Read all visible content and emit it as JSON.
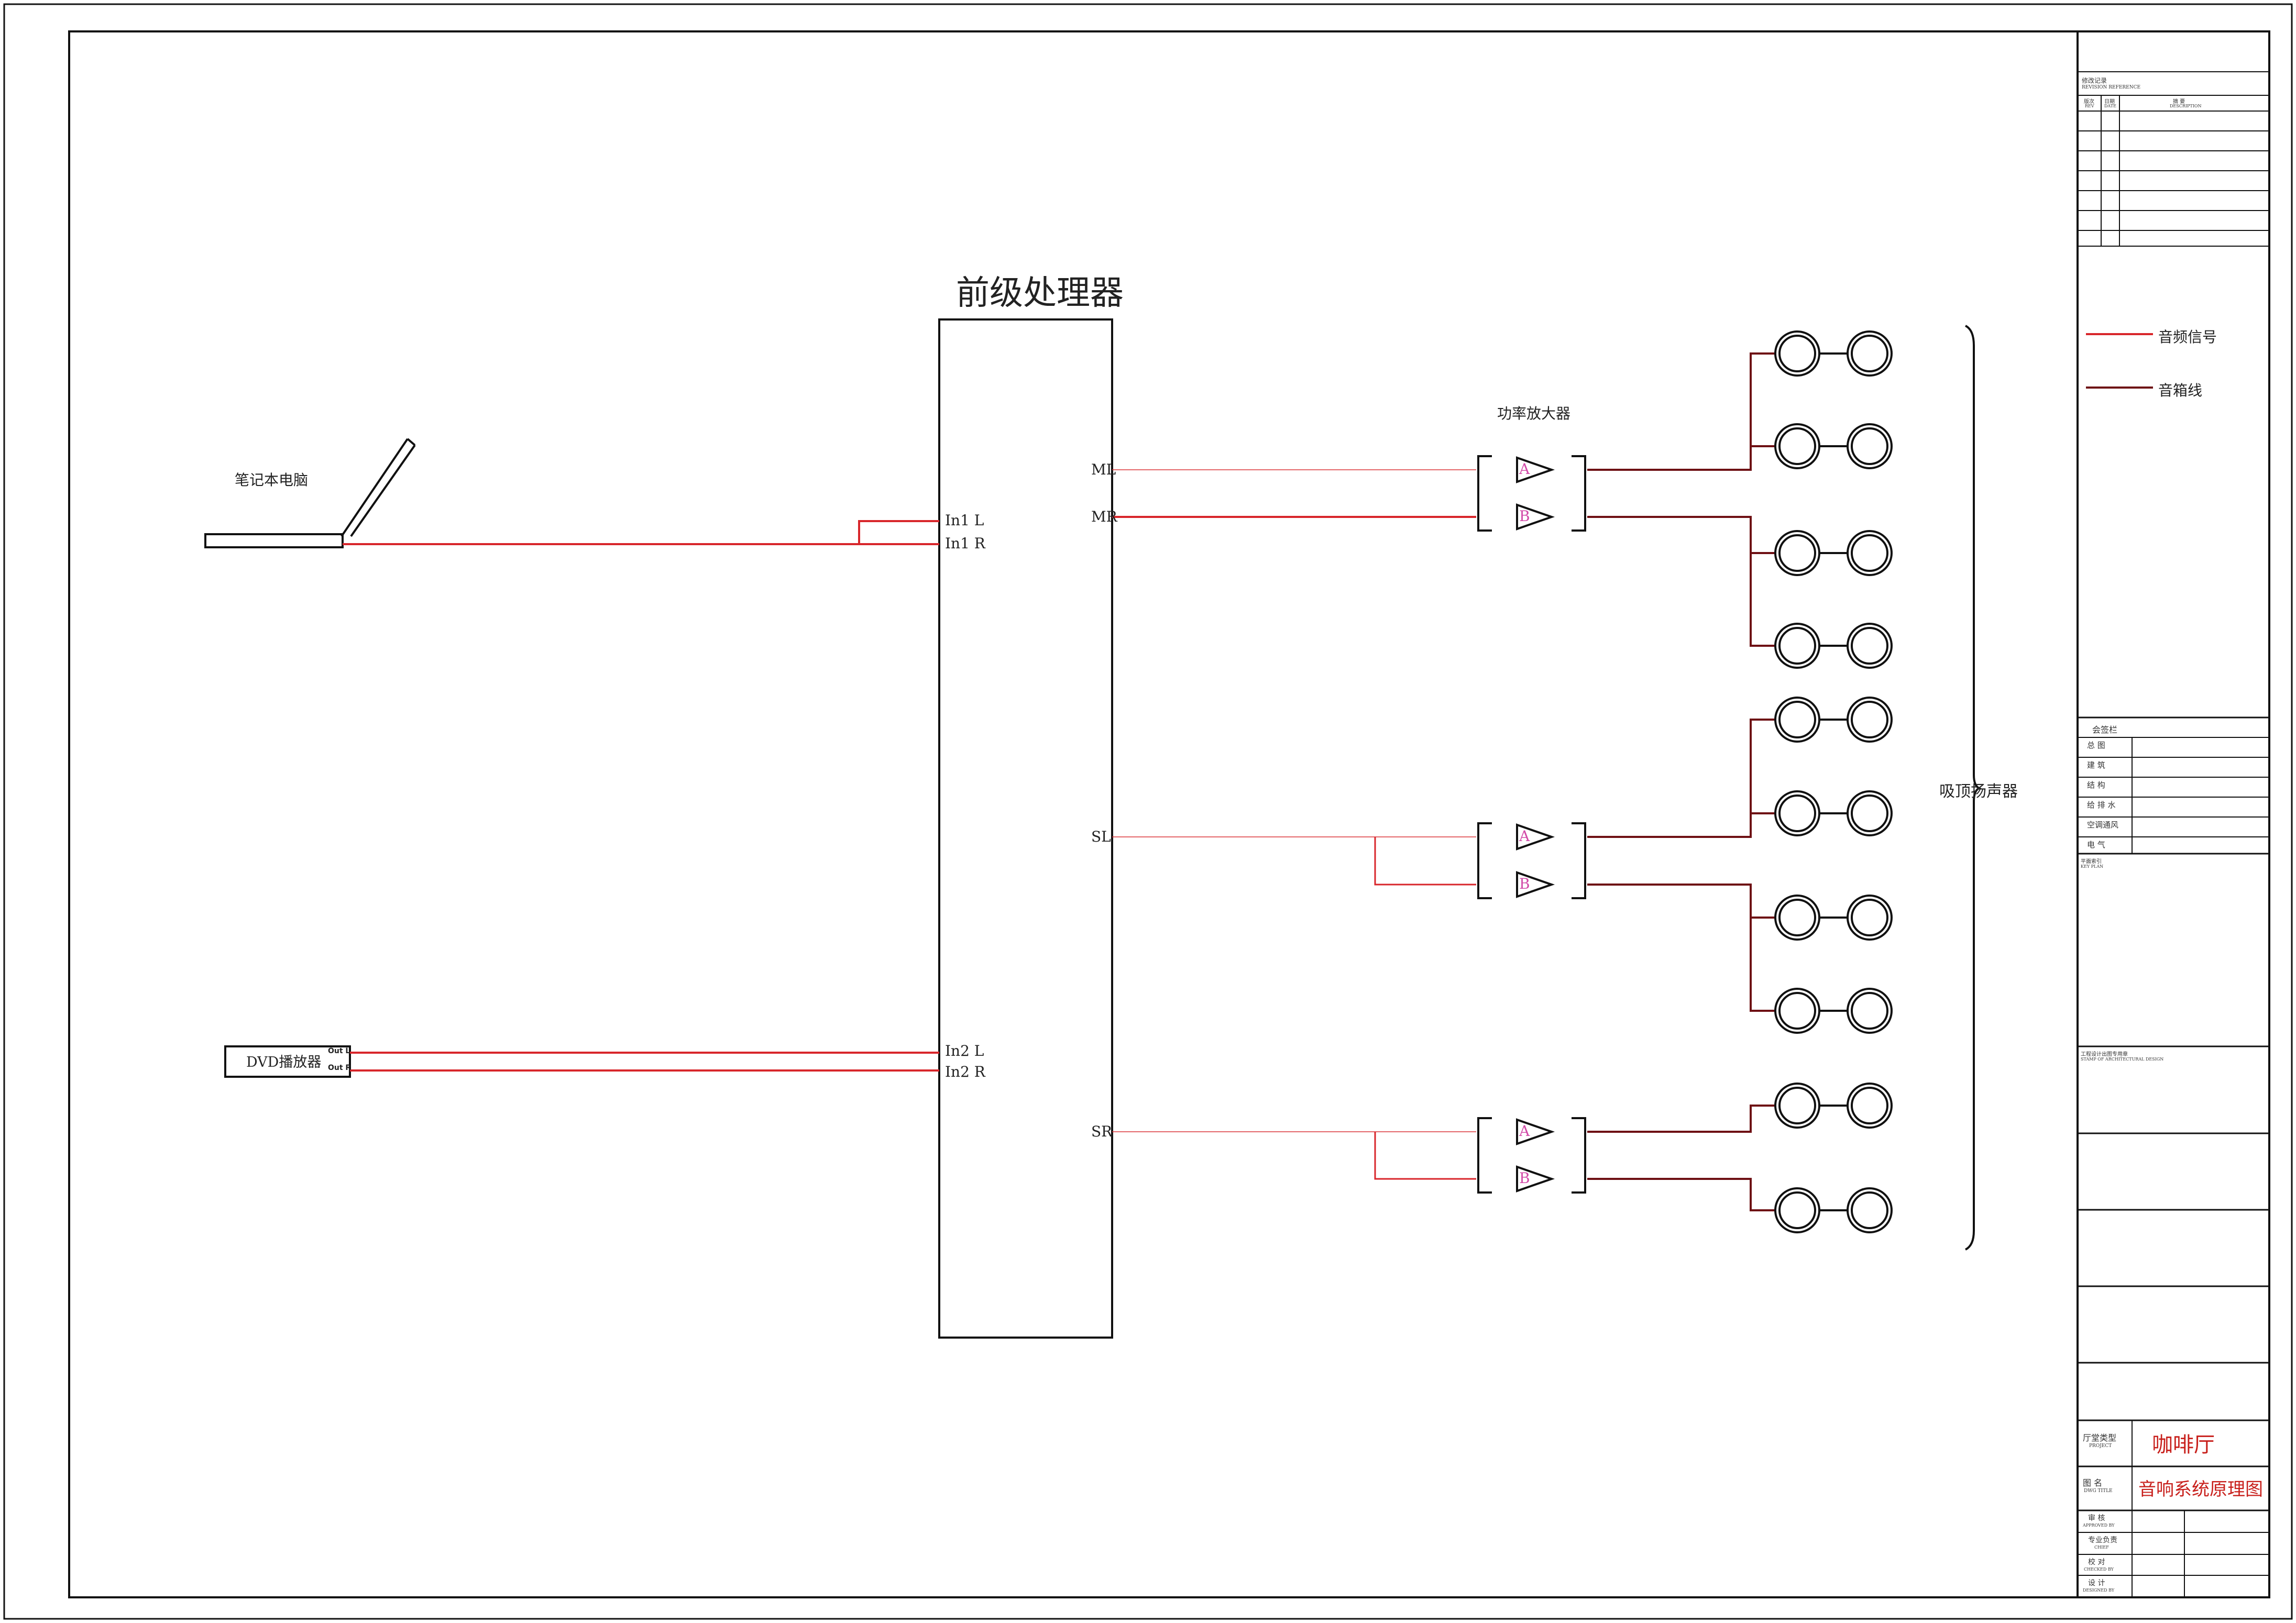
{
  "labels": {
    "processor_title": "前级处理器",
    "laptop": "笔记本电脑",
    "dvd": "DVD播放器",
    "dvd_out_l": "Out L",
    "dvd_out_r": "Out R",
    "in1_l": "In1 L",
    "in1_r": "In1 R",
    "in2_l": "In2 L",
    "in2_r": "In2 R",
    "ml": "ML",
    "mr": "MR",
    "sl": "SL",
    "sr": "SR",
    "power_amp": "功率放大器",
    "ceiling_speakers": "吸顶扬声器",
    "amp_a": "A",
    "amp_b": "B"
  },
  "legend": {
    "audio_signal": "音频信号",
    "speaker_cable": "音箱线"
  },
  "title_block": {
    "revision_cn": "修改记录",
    "revision_en": "REVISION REFERENCE",
    "rev_col": "版次",
    "rev_col_en": "REV",
    "date_col": "日期",
    "date_col_en": "DATE",
    "desc_col": "摘    要",
    "desc_col_en": "DESCRIPTION",
    "countersign": "会签栏",
    "sign_rows": [
      "总    图",
      "建    筑",
      "结    构",
      "给 排 水",
      "空调通风",
      "电    气"
    ],
    "key_plan_cn": "平面索引",
    "key_plan_en": "KEY PLAN",
    "stamp_cn": "工程设计出图专用章",
    "stamp_en": "STAMP OF ARCHITECTURAL DESIGN",
    "project_cn": "厅堂类型",
    "project_en": "PROJECT",
    "project_value": "咖啡厅",
    "drawing_cn": "图    名",
    "drawing_en": "DWG TITLE",
    "drawing_value": "音响系统原理图",
    "approved_cn": "审    核",
    "approved_en": "APPROVED BY",
    "chief_cn": "专业负责",
    "chief_en": "CHIEF",
    "checked_cn": "校    对",
    "checked_en": "CHECKED BY",
    "designed_cn": "设    计",
    "designed_en": "DESIGNED BY"
  },
  "colors": {
    "audio_signal": "#d8262b",
    "speaker_cable": "#6e1014",
    "line": "#111111",
    "accent_text": "#c8201c",
    "amp_letter": "#d24aa8"
  }
}
